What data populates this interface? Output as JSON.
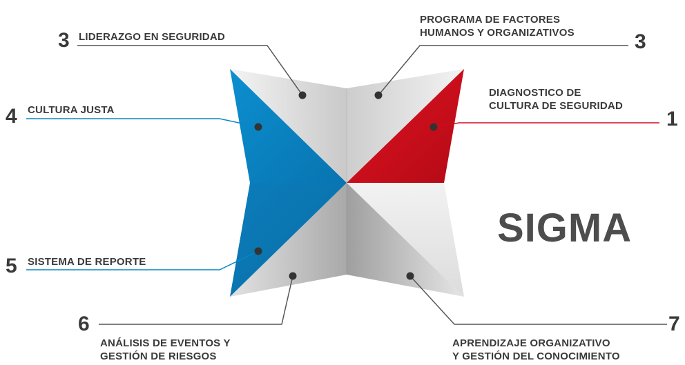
{
  "diagram": {
    "brand": "SIGMA",
    "colors": {
      "blue": "#0a86c4",
      "red": "#d40a1e",
      "text": "#3a3a3a",
      "gray_light": "#e9e9e9",
      "gray_dark": "#a6a6a6"
    },
    "items": [
      {
        "number": "1",
        "lines": [
          "DIAGNOSTICO DE",
          "CULTURA DE SEGURIDAD"
        ],
        "color": "#d40a1e"
      },
      {
        "number": "3",
        "lines": [
          "PROGRAMA DE FACTORES",
          "HUMANOS Y ORGANIZATIVOS"
        ],
        "color": "#555555"
      },
      {
        "number": "3",
        "lines": [
          "LIDERAZGO EN SEGURIDAD"
        ],
        "color": "#555555"
      },
      {
        "number": "4",
        "lines": [
          "CULTURA JUSTA"
        ],
        "color": "#0a86c4"
      },
      {
        "number": "5",
        "lines": [
          "SISTEMA DE REPORTE"
        ],
        "color": "#0a86c4"
      },
      {
        "number": "6",
        "lines": [
          "ANÁLISIS DE EVENTOS Y",
          "GESTIÓN DE RIESGOS"
        ],
        "color": "#555555"
      },
      {
        "number": "7",
        "lines": [
          "APRENDIZAJE ORGANIZATIVO",
          "Y GESTIÓN DEL CONOCIMIENTO"
        ],
        "color": "#555555"
      }
    ]
  }
}
